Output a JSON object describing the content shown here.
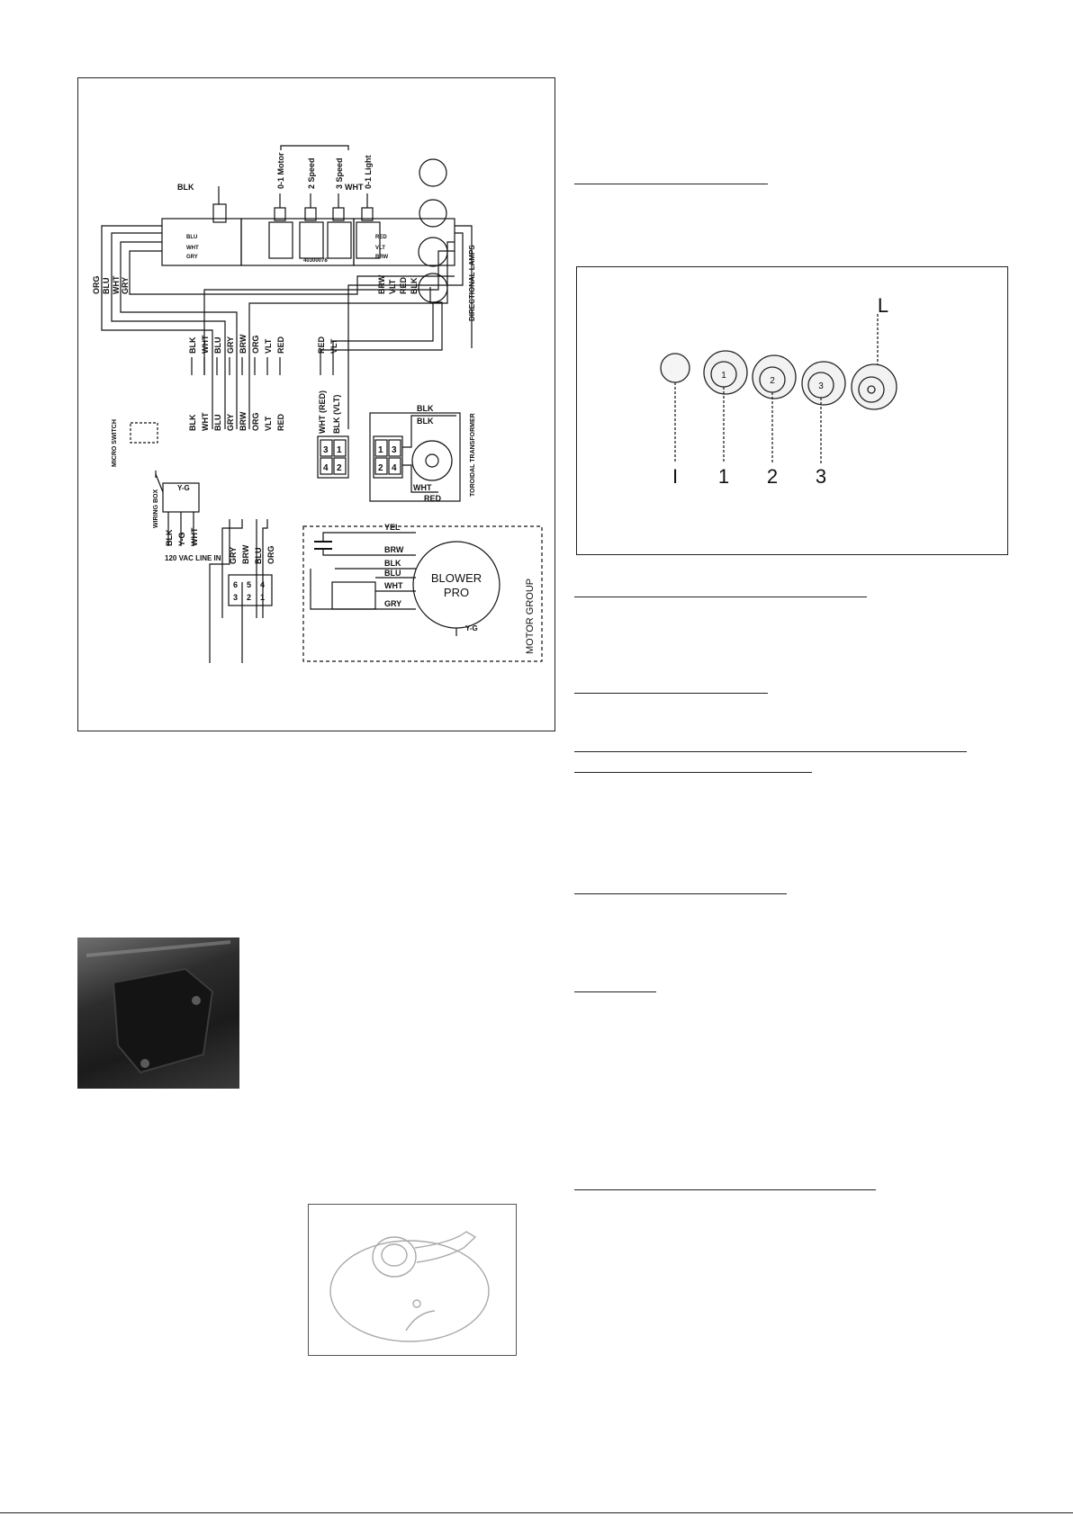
{
  "wiring": {
    "switch_labels": [
      "0-1 Motor",
      "2 Speed",
      "3 Speed",
      "0-1 Light"
    ],
    "box_blk": "BLK",
    "box_wht": "WHT",
    "part_no": "40300078",
    "left_block_labels": [
      "BLU",
      "WHT",
      "GRY"
    ],
    "right_block_labels": [
      "RED",
      "VLT",
      "BRW"
    ],
    "left_vertical_wires": [
      "ORG",
      "BLU",
      "WHT",
      "GRY"
    ],
    "right_vertical_wires": [
      "BRW",
      "VLT",
      "RED",
      "BLK"
    ],
    "directional_lamps": "DIRECTIONAL LAMPS",
    "connector_row": [
      "BLK",
      "WHT",
      "BLU",
      "GRY",
      "BRW",
      "ORG",
      "VLT",
      "RED"
    ],
    "lamp_connector": [
      "RED",
      "VLT"
    ],
    "row2_wires": [
      "BLK",
      "WHT",
      "BLU",
      "GRY",
      "BRW",
      "ORG",
      "VLT",
      "RED"
    ],
    "plug_wires": [
      "WHT (RED)",
      "BLK (VLT)"
    ],
    "plug_pins": [
      "3",
      "1",
      "4",
      "2"
    ],
    "transformer_pins": [
      "1",
      "3",
      "2",
      "4"
    ],
    "transformer_wires": [
      "BLK",
      "BLK",
      "WHT",
      "RED"
    ],
    "toroidal": "TOROIDAL TRANSFORMER",
    "micro_switch": "MICRO SWITCH",
    "wiring_box": "WIRING BOX",
    "yg": "Y-G",
    "line_wires": [
      "BLK",
      "Y-G",
      "WHT"
    ],
    "line_in": "120 VAC LINE IN",
    "motor_plug_wires": [
      "GRY",
      "BRW",
      "BLU",
      "ORG"
    ],
    "motor_pins": [
      "6",
      "5",
      "4",
      "3",
      "2",
      "1"
    ],
    "motor_wires": [
      "YEL",
      "BRW",
      "BLK",
      "BLU",
      "WHT",
      "GRY"
    ],
    "blower": "BLOWER",
    "pro": "PRO",
    "motor_group": "MOTOR GROUP",
    "ground": "Y-G"
  },
  "controls": {
    "labels": [
      "I",
      "1",
      "2",
      "3"
    ],
    "light_label": "L",
    "knob_marks": [
      "1",
      "2",
      "3"
    ]
  }
}
